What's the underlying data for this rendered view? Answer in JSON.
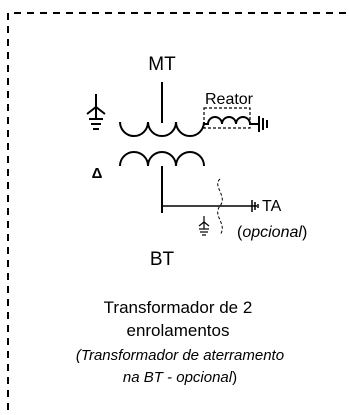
{
  "labels": {
    "mt": "MT",
    "bt": "BT",
    "reactor": "Reator",
    "ta": "TA",
    "ta_optional_open": "(",
    "ta_optional_word": "opcional",
    "ta_optional_close": ")",
    "winding_symbol": "Δ"
  },
  "caption": {
    "line1": "Transformador de 2",
    "line2": "enrolamentos",
    "line3": "(Transformador de aterramento",
    "line4_italic": "na BT - opcional",
    "line4_close": ")"
  },
  "colors": {
    "stroke": "#000000",
    "background": "#ffffff"
  }
}
